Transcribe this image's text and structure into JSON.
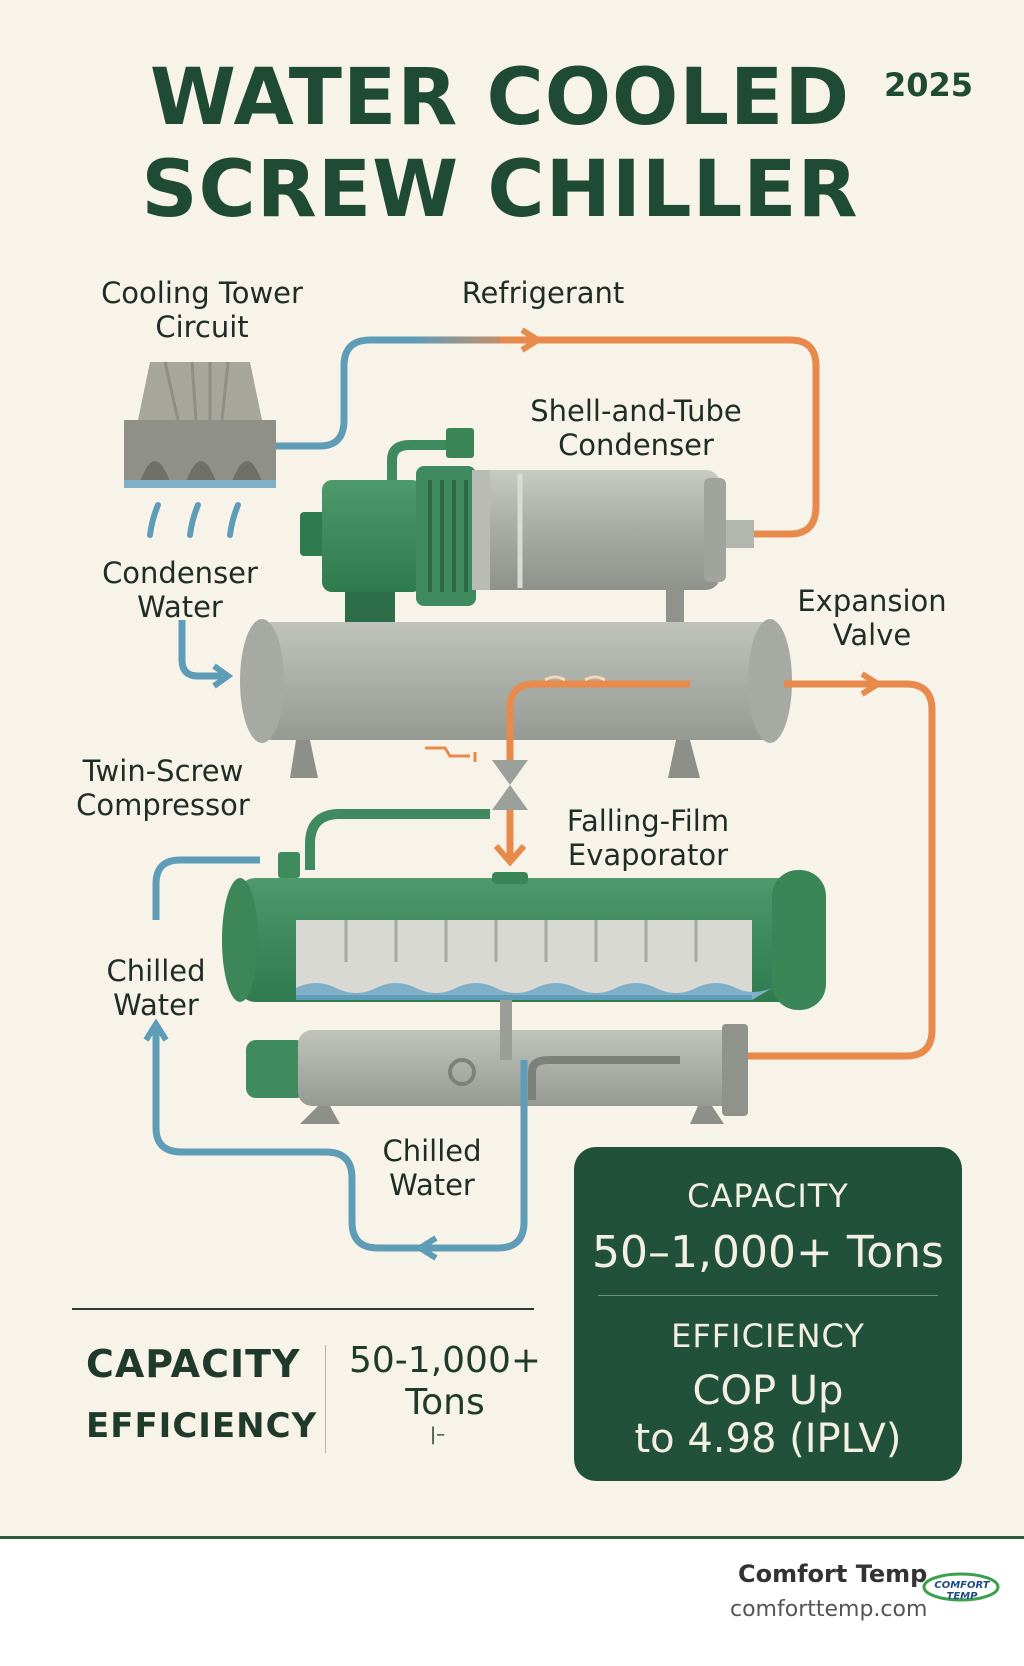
{
  "header": {
    "title_line1": "WATER COOLED",
    "title_line2": "SCREW CHILLER",
    "year": "2025"
  },
  "labels": {
    "cooling_tower_1": "Cooling Tower",
    "cooling_tower_2": "Circuit",
    "refrigerant": "Refrigerant",
    "condenser_1": "Shell-and-Tube",
    "condenser_2": "Condenser",
    "condenser_water_1": "Condenser",
    "condenser_water_2": "Water",
    "expansion_1": "Expansion",
    "expansion_2": "Valve",
    "compressor_1": "Twin-Screw",
    "compressor_2": "Compressor",
    "evaporator_1": "Falling-Film",
    "evaporator_2": "Evaporator",
    "chilled_left_1": "Chilled",
    "chilled_left_2": "Water",
    "chilled_bottom_1": "Chilled",
    "chilled_bottom_2": "Water"
  },
  "stats": {
    "capacity_label": "CAPACITY",
    "efficiency_label": "EFFICIENCY",
    "value_line1": "50-1,000+",
    "value_line2": "Tons",
    "value_mark": "|–"
  },
  "panel": {
    "capacity_heading": "CAPACITY",
    "capacity_value": "50–1,000+ Tons",
    "efficiency_heading": "EFFICIENCY",
    "efficiency_line1": "COP Up",
    "efficiency_line2": "to 4.98 (IPLV)"
  },
  "footer": {
    "brand": "Comfort Temp",
    "url": "comforttemp.com",
    "logo_text": "COMFORT TEMP"
  },
  "colors": {
    "background": "#f7f3e8",
    "dark_green": "#21513a",
    "green": "#3f8a5f",
    "water_blue": "#5f9cb8",
    "refrigerant_orange": "#e88a4c",
    "steel_gray": "#a9ada6"
  }
}
